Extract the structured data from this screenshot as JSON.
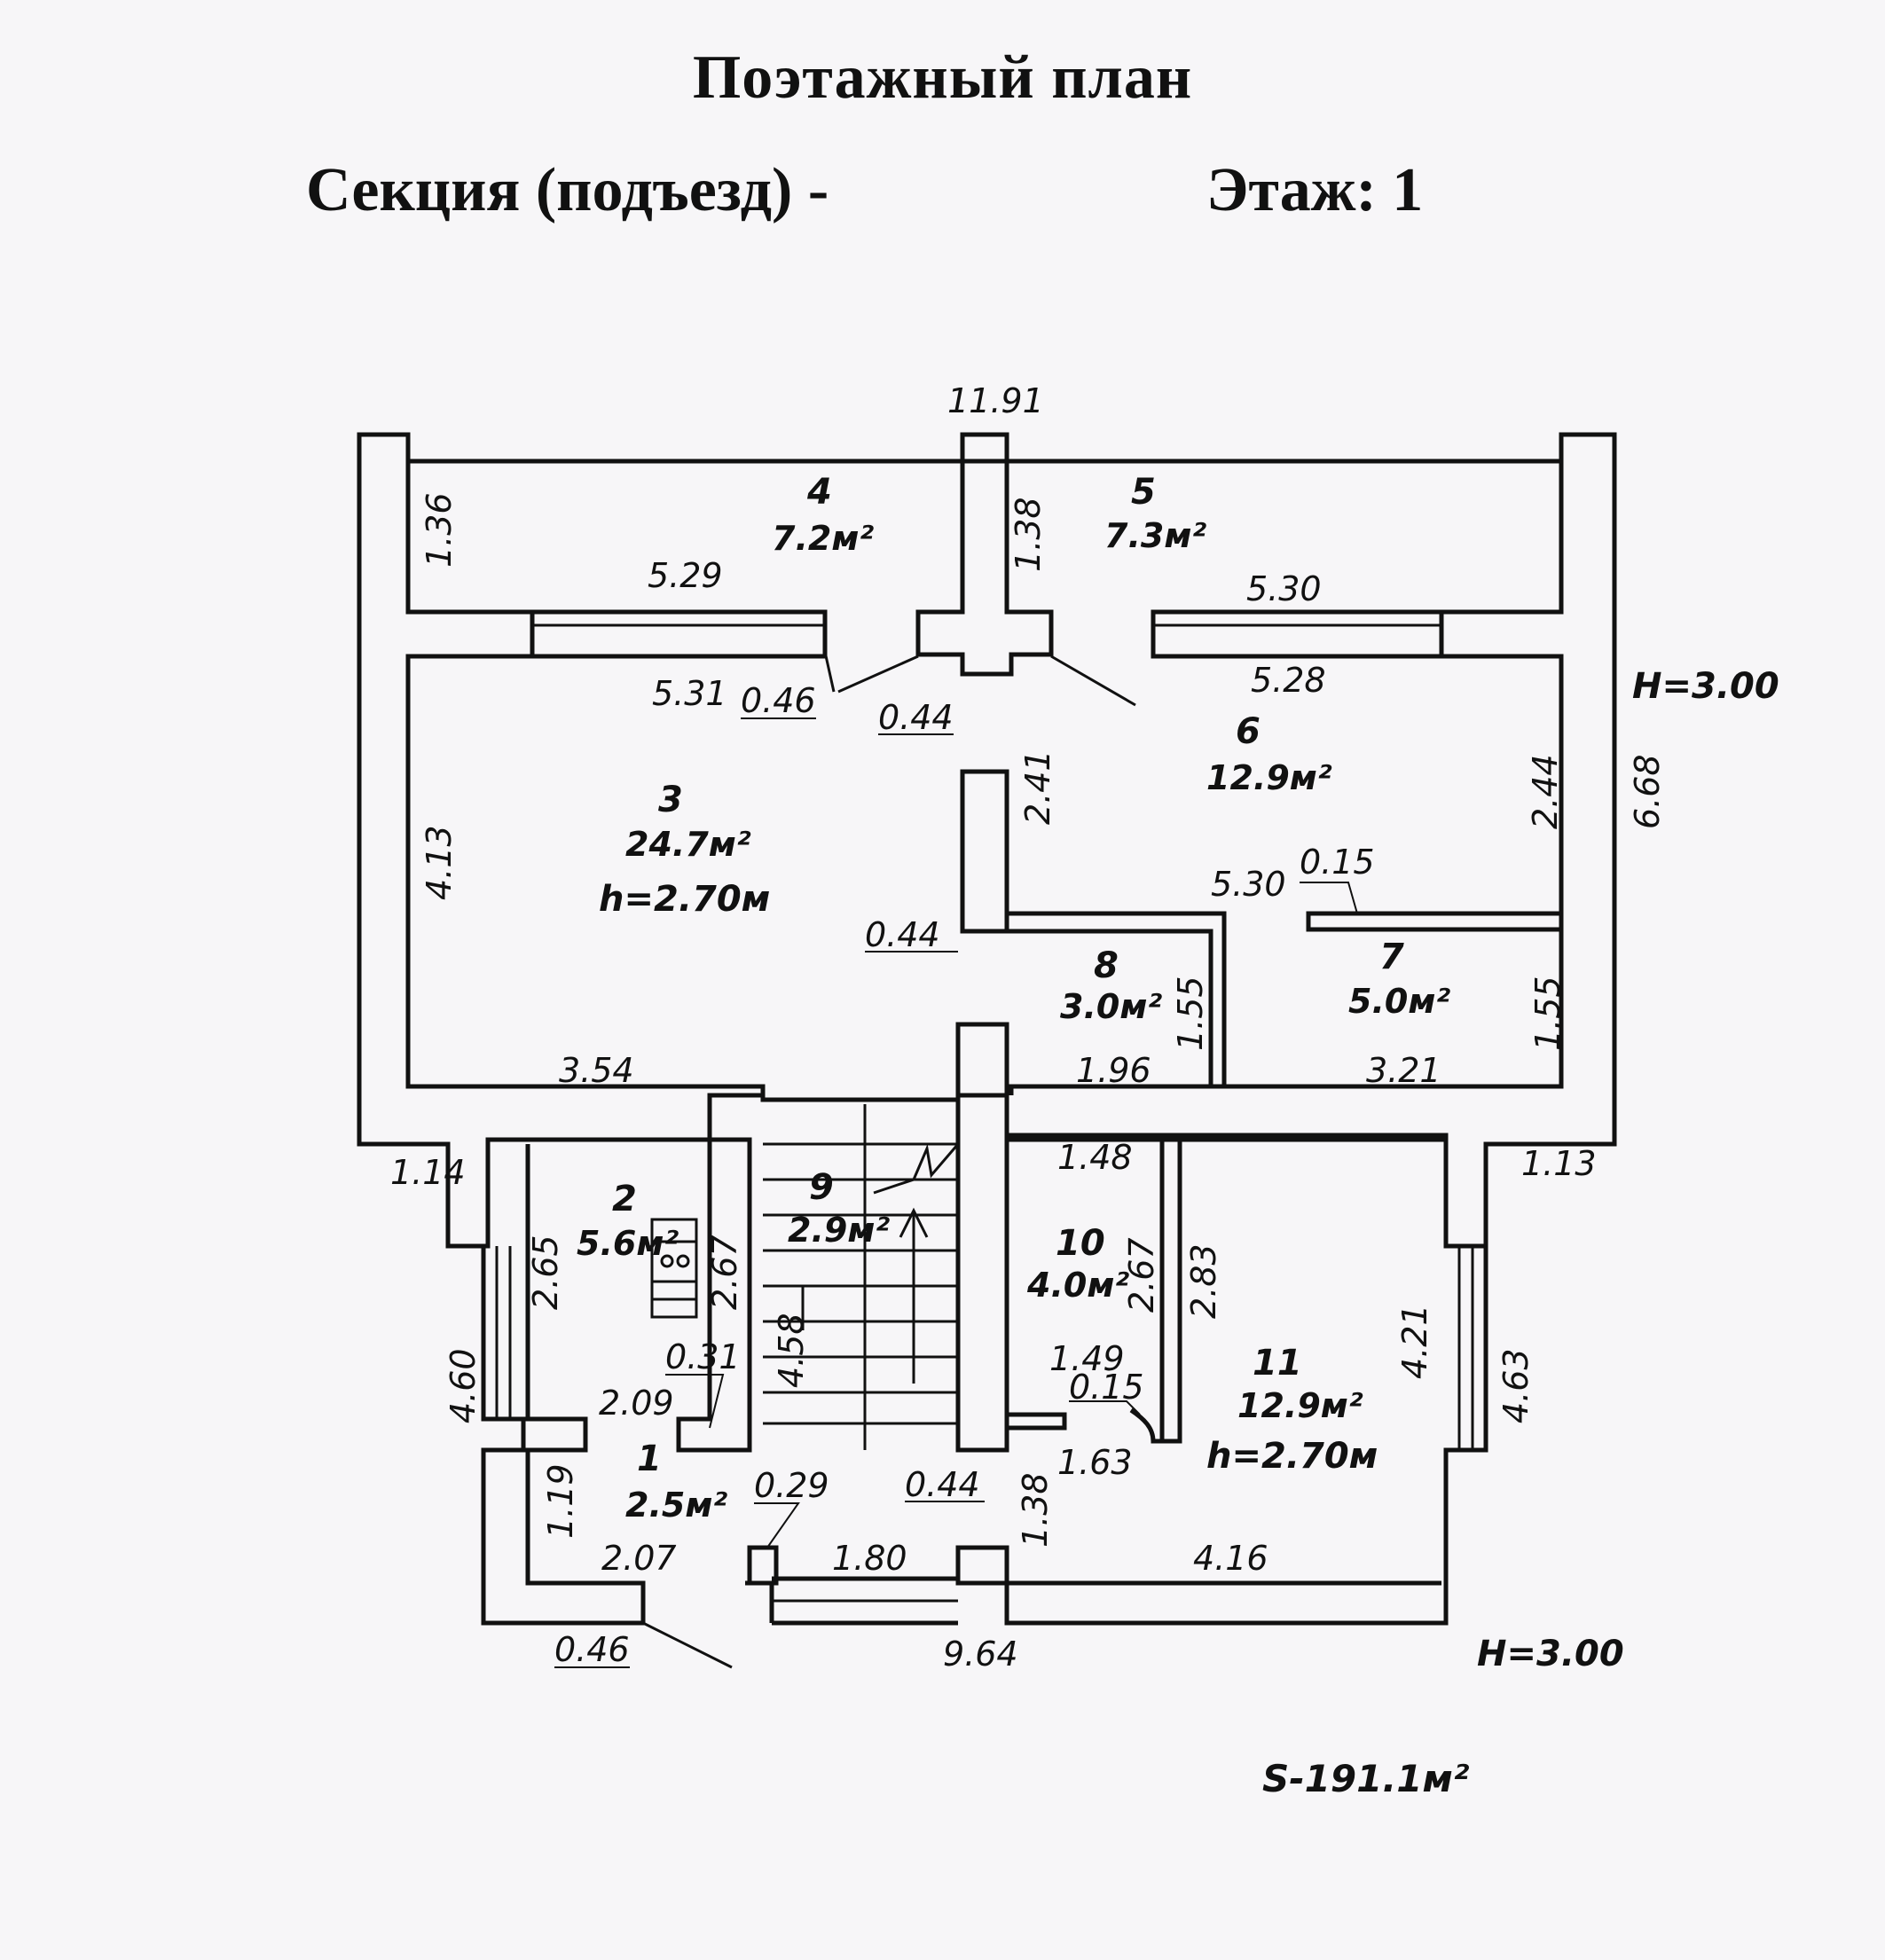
{
  "header": {
    "title": "Поэтажный план",
    "section_label": "Секция (подъезд) -",
    "floor_label": "Этаж: 1"
  },
  "rooms": [
    {
      "num": "1",
      "area": "2.5м²"
    },
    {
      "num": "2",
      "area": "5.6м²"
    },
    {
      "num": "3",
      "area": "24.7м²",
      "height": "h=2.70м"
    },
    {
      "num": "4",
      "area": "7.2м²"
    },
    {
      "num": "5",
      "area": "7.3м²"
    },
    {
      "num": "6",
      "area": "12.9м²"
    },
    {
      "num": "7",
      "area": "5.0м²"
    },
    {
      "num": "8",
      "area": "3.0м²"
    },
    {
      "num": "9",
      "area": "2.9м²"
    },
    {
      "num": "10",
      "area": "4.0м²"
    },
    {
      "num": "11",
      "area": "12.9м²",
      "height": "h=2.70м"
    }
  ],
  "dimensions": {
    "top_width": "11.91",
    "bottom_width": "9.64",
    "right_height": "6.68",
    "r4_height": "1.36",
    "r4_width": "5.29",
    "r5_width": "5.30",
    "core_height": "1.38",
    "r3_top_width": "5.31",
    "door_left": "0.46",
    "door_center": "0.44",
    "r6_top_width": "5.28",
    "r3_height": "4.13",
    "partition_height": "2.41",
    "r6_height": "2.44",
    "r7_top_width": "5.30",
    "r7_wall": "0.15",
    "wall_thick_mid": "0.44",
    "r8_height": "1.55",
    "r7_height": "1.55",
    "r3_bottom_width": "3.54",
    "r8_width": "1.96",
    "r7_width": "3.21",
    "left_offset": "1.14",
    "right_offset": "1.13",
    "r10_width": "1.48",
    "r2_height": "2.65",
    "r2_height_b": "2.67",
    "r10_height": "2.67",
    "r10_height_b": "2.83",
    "stair_length": "4.58",
    "r11_height": "4.21",
    "left_wing_height": "4.60",
    "right_wing_height": "4.63",
    "r2_door": "0.31",
    "r2_width": "2.09",
    "r10_bottom_width": "1.49",
    "r10_wall": "0.15",
    "r1_height": "1.19",
    "entry_wall": "0.29",
    "stair_wall": "0.44",
    "r10_door": "1.63",
    "entry_height": "1.38",
    "r1_width": "2.07",
    "entry_width": "1.80",
    "r11_width": "4.16",
    "door_bottom": "0.46"
  },
  "heights": {
    "right": "H=3.00",
    "bottom": "H=3.00"
  },
  "total_area": "S-191.1м²"
}
